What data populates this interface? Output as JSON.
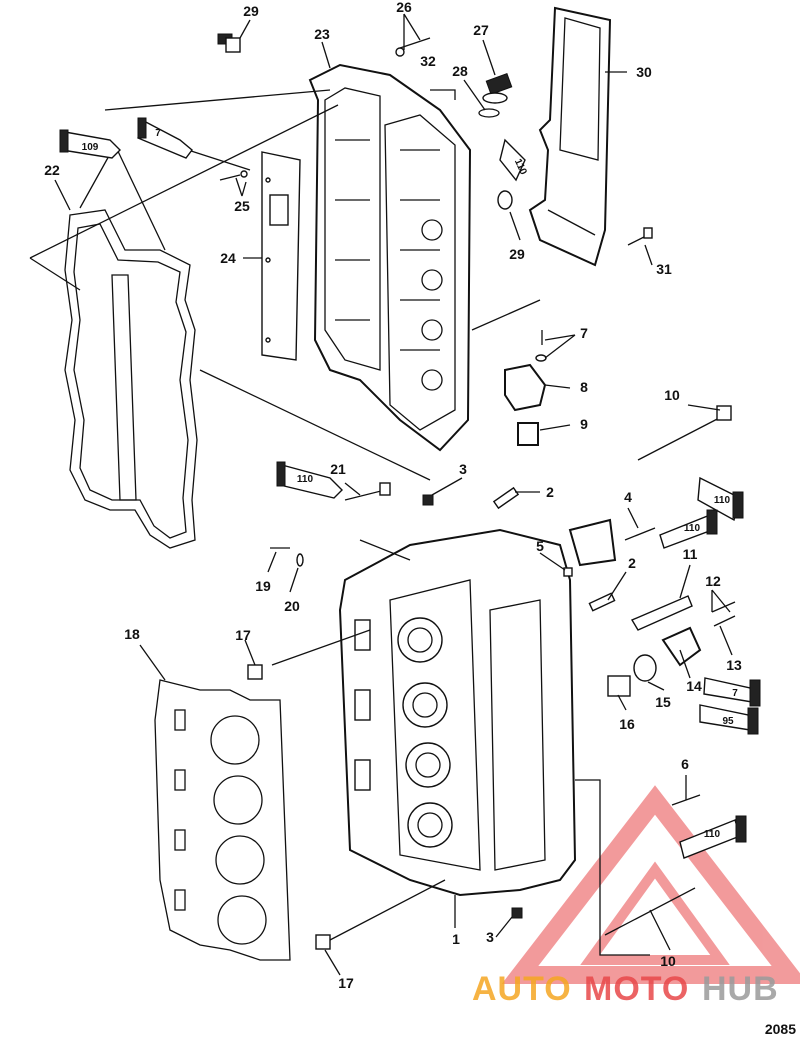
{
  "callouts": [
    {
      "id": "c29a",
      "text": "29"
    },
    {
      "id": "c26",
      "text": "26"
    },
    {
      "id": "c27",
      "text": "27"
    },
    {
      "id": "c30",
      "text": "30"
    },
    {
      "id": "c23",
      "text": "23"
    },
    {
      "id": "c32",
      "text": "32"
    },
    {
      "id": "c28",
      "text": "28"
    },
    {
      "id": "c22",
      "text": "22"
    },
    {
      "id": "c25",
      "text": "25"
    },
    {
      "id": "c29b",
      "text": "29"
    },
    {
      "id": "c31",
      "text": "31"
    },
    {
      "id": "c24",
      "text": "24"
    },
    {
      "id": "c7a",
      "text": "7"
    },
    {
      "id": "c8",
      "text": "8"
    },
    {
      "id": "c9",
      "text": "9"
    },
    {
      "id": "c10a",
      "text": "10"
    },
    {
      "id": "c21",
      "text": "21"
    },
    {
      "id": "c3a",
      "text": "3"
    },
    {
      "id": "c2a",
      "text": "2"
    },
    {
      "id": "c4",
      "text": "4"
    },
    {
      "id": "c5",
      "text": "5"
    },
    {
      "id": "c11",
      "text": "11"
    },
    {
      "id": "c2b",
      "text": "2"
    },
    {
      "id": "c19",
      "text": "19"
    },
    {
      "id": "c20",
      "text": "20"
    },
    {
      "id": "c12",
      "text": "12"
    },
    {
      "id": "c18",
      "text": "18"
    },
    {
      "id": "c17a",
      "text": "17"
    },
    {
      "id": "c13",
      "text": "13"
    },
    {
      "id": "c14",
      "text": "14"
    },
    {
      "id": "c16",
      "text": "16"
    },
    {
      "id": "c15",
      "text": "15"
    },
    {
      "id": "c6",
      "text": "6"
    },
    {
      "id": "c1",
      "text": "1"
    },
    {
      "id": "c3b",
      "text": "3"
    },
    {
      "id": "c10b",
      "text": "10"
    },
    {
      "id": "c17b",
      "text": "17"
    }
  ],
  "sealant_tubes": [
    {
      "id": "t109",
      "text": "109"
    },
    {
      "id": "t7a",
      "text": "7"
    },
    {
      "id": "t110a",
      "text": "110"
    },
    {
      "id": "t110b",
      "text": "110"
    },
    {
      "id": "t110c",
      "text": "110"
    },
    {
      "id": "t110d",
      "text": "110"
    },
    {
      "id": "t7b",
      "text": "7"
    },
    {
      "id": "t95",
      "text": "95"
    },
    {
      "id": "t110e",
      "text": "110"
    }
  ],
  "watermark": {
    "part1": "AUTO",
    "part2": "MOTO",
    "part3": "HUB",
    "color_orange": "#f5a623",
    "color_red": "#e8484a",
    "color_gray": "#9b9b9b"
  },
  "figure_number": "2085"
}
